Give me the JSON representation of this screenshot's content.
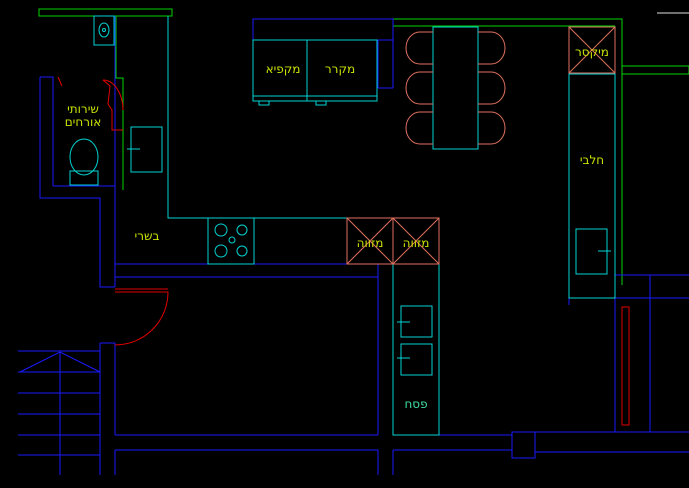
{
  "colors": {
    "background": "#000000",
    "wall_blue": "#1a1aff",
    "cabinet_cyan": "#00d2d2",
    "outline_green": "#00d200",
    "door_red": "#e00000",
    "chair_salmon": "#e07060",
    "label_yellow": "#c8e000",
    "label_mint": "#40e0a0",
    "white": "#e0e0e0"
  },
  "labels": {
    "guest_toilet_line1": "שירותי",
    "guest_toilet_line2": "אורחים",
    "meat": "בשרי",
    "microwave": "מקפיא",
    "fridge": "מקרר",
    "mixer": "מיקסר",
    "dairy": "חלבי",
    "oven_left": "מזווה",
    "oven_right": "מזווה",
    "passover": "פסח"
  }
}
